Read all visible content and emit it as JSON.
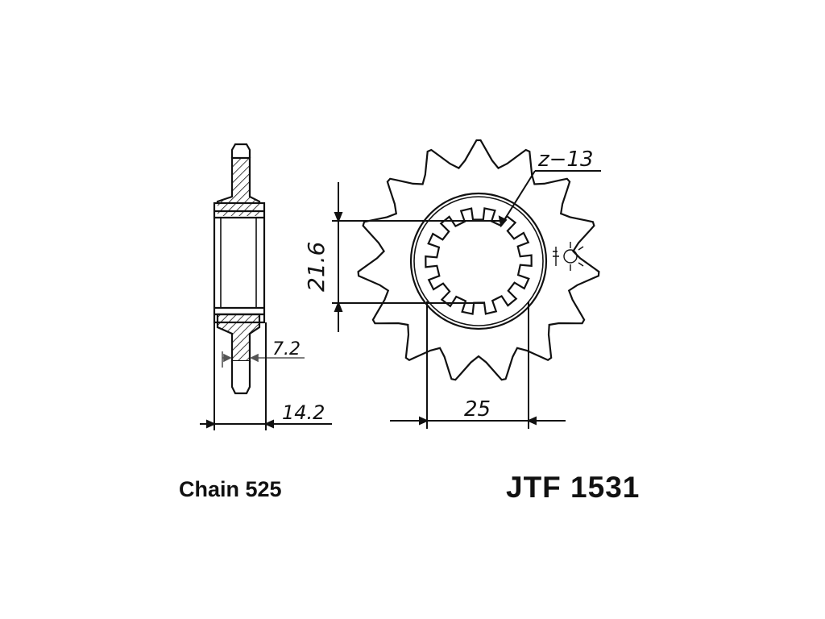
{
  "dimensions": {
    "teeth_count": "z−13",
    "spline_diameter": "21.6",
    "hub_diameter": "25",
    "tooth_width": "7.2",
    "overall_width": "14.2"
  },
  "chain_label": "Chain 525",
  "part_number": "JTF 1531",
  "colors": {
    "line": "#111111",
    "background": "#ffffff"
  }
}
